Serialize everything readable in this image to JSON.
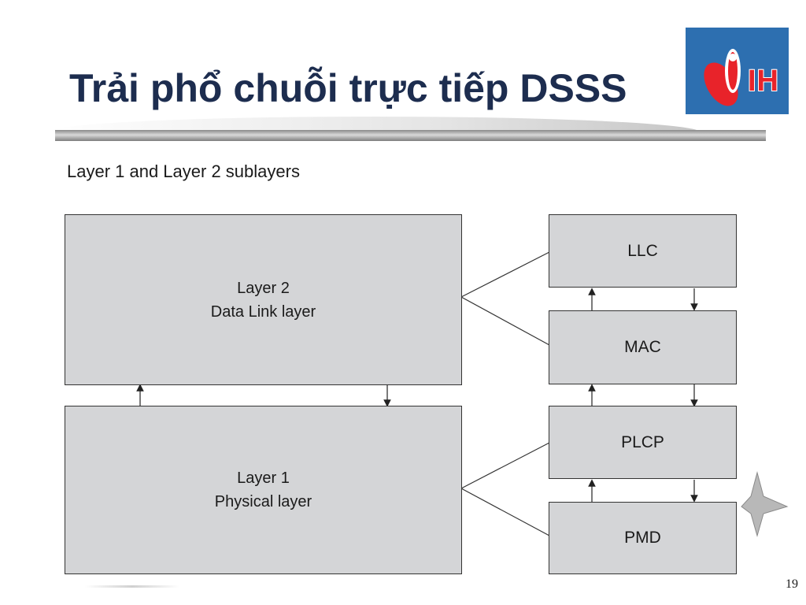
{
  "slide": {
    "title": "Trải phổ chuỗi trực tiếp DSSS",
    "page_number": "19",
    "logo": {
      "text": "IH"
    }
  },
  "diagram": {
    "subtitle": "Layer 1 and Layer 2 sublayers",
    "layer2": {
      "line1": "Layer 2",
      "line2": "Data Link layer"
    },
    "layer1": {
      "line1": "Layer 1",
      "line2": "Physical layer"
    },
    "sublayers": {
      "llc": "LLC",
      "mac": "MAC",
      "plcp": "PLCP",
      "pmd": "PMD"
    }
  }
}
